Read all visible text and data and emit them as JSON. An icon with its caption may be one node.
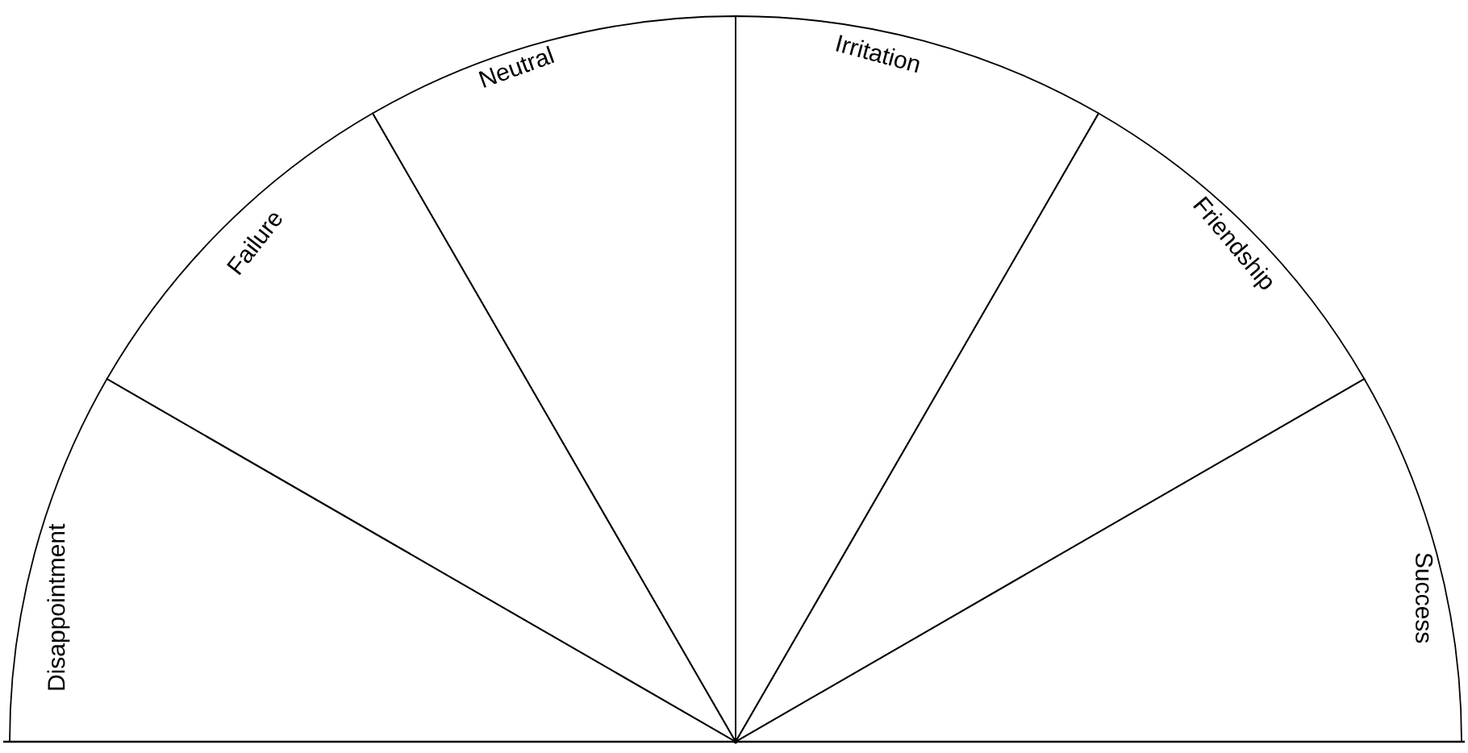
{
  "diagram": {
    "nodes": [
      {
        "text": [
          "Disappointment"
        ]
      },
      {
        "text": [
          "Failure"
        ]
      },
      {
        "text": [
          "Neutral"
        ]
      },
      {
        "text": [
          "Irritation"
        ]
      },
      {
        "text": [
          "Friendship"
        ]
      },
      {
        "text": [
          "Success"
        ]
      }
    ]
  }
}
